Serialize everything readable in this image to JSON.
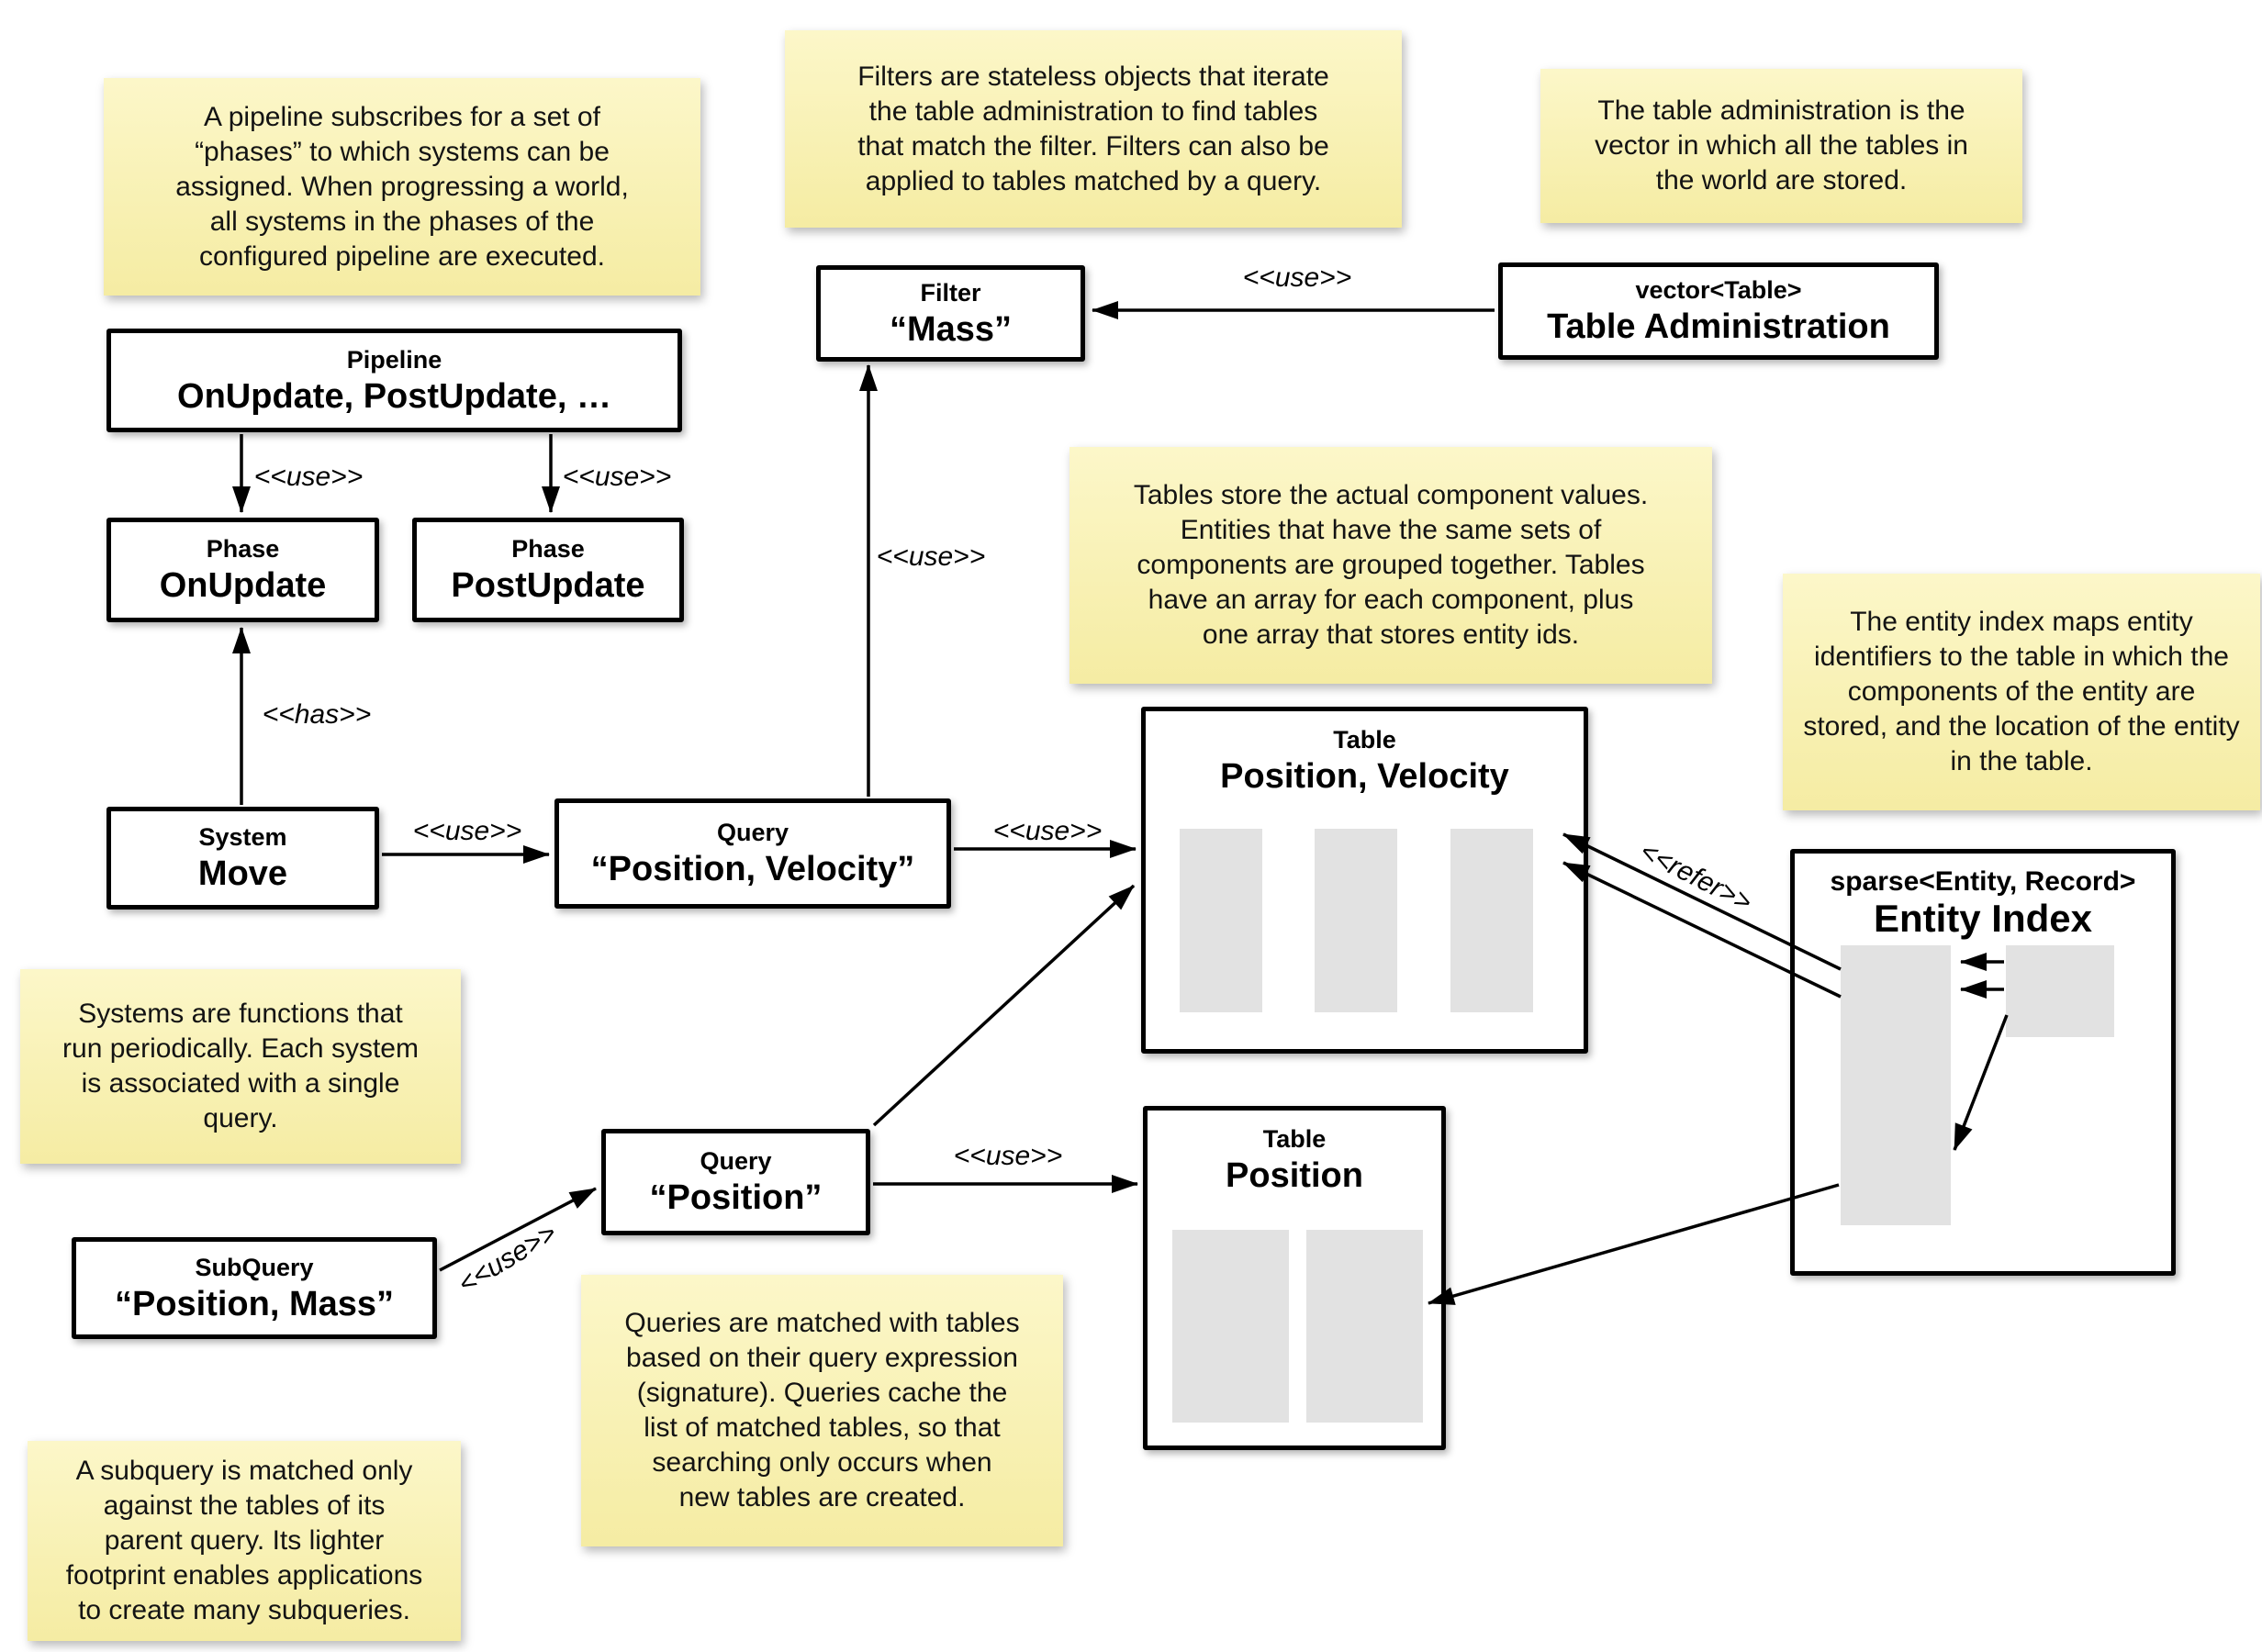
{
  "colors": {
    "background": "#ffffff",
    "note_top": "#fcf7c9",
    "note_bottom": "#f5eca3",
    "box_border": "#000000",
    "array_bar": "#e2e2e2",
    "line": "#000000"
  },
  "notes": [
    {
      "text": "A pipeline subscribes for a set of\n“phases” to which systems can be\nassigned. When progressing a world,\nall systems in the phases of the\nconfigured pipeline are executed."
    },
    {
      "text": "Filters are stateless objects that iterate\nthe table administration to find tables\nthat match the filter. Filters can also be\napplied to tables matched by a query."
    },
    {
      "text": "The table administration is the\nvector in which all the tables in\nthe world are stored."
    },
    {
      "text": "Tables store the actual component values.\nEntities that have the same sets of\ncomponents are grouped together. Tables\nhave an array for each component, plus\none array that stores entity ids."
    },
    {
      "text": "The entity index maps entity\nidentifiers to the table in which the\ncomponents of the entity are\nstored, and the location of the entity\nin the table."
    },
    {
      "text": "Systems are functions that\nrun periodically. Each system\nis associated with a single\nquery."
    },
    {
      "text": "Queries are matched with tables\nbased on their query expression\n(signature). Queries cache the\nlist of matched tables, so that\nsearching only occurs when\nnew tables are created."
    },
    {
      "text": "A subquery is matched only\nagainst the tables of its\nparent query. Its lighter\nfootprint enables applications\nto create many subqueries."
    }
  ],
  "boxes": [
    {
      "stereotype": "Pipeline",
      "name": "OnUpdate, PostUpdate, …"
    },
    {
      "stereotype": "Phase",
      "name": "OnUpdate"
    },
    {
      "stereotype": "Phase",
      "name": "PostUpdate"
    },
    {
      "stereotype": "System",
      "name": "Move"
    },
    {
      "stereotype": "Query",
      "name": "“Position, Velocity”"
    },
    {
      "stereotype": "Filter",
      "name": "“Mass”"
    },
    {
      "stereotype": "vector<Table>",
      "name": "Table Administration"
    },
    {
      "stereotype": "Table",
      "name": "Position, Velocity"
    },
    {
      "stereotype": "Table",
      "name": "Position"
    },
    {
      "stereotype": "sparse<Entity, Record>",
      "name": "Entity Index"
    },
    {
      "stereotype": "Query",
      "name": "“Position”"
    },
    {
      "stereotype": "SubQuery",
      "name": "“Position, Mass”"
    }
  ],
  "uml_labels": [
    {
      "text": "<<use>>"
    },
    {
      "text": "<<use>>"
    },
    {
      "text": "<<has>>"
    },
    {
      "text": "<<use>>"
    },
    {
      "text": "<<use>>"
    },
    {
      "text": "<<use>>"
    },
    {
      "text": "<<use>>"
    },
    {
      "text": "<<use>>"
    },
    {
      "text": "<<use>>"
    },
    {
      "text": "<<refer>>"
    }
  ]
}
